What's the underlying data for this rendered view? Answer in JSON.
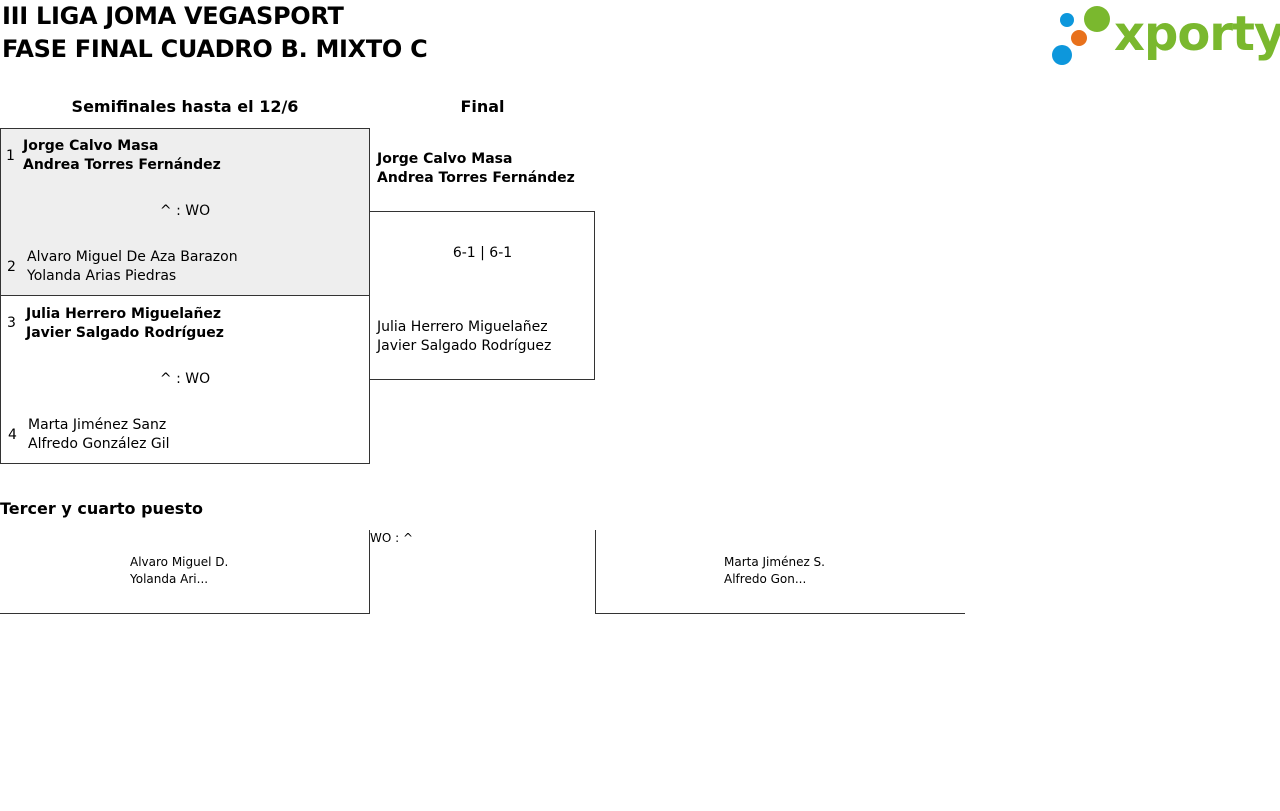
{
  "header": {
    "title_line1": "III LIGA JOMA VEGASPORT",
    "title_line2": "FASE FINAL CUADRO B. MIXTO C",
    "logo_text": "xporty"
  },
  "colors": {
    "logo_green": "#7ab82e",
    "logo_blue": "#0d97dc",
    "logo_orange": "#e8711c",
    "highlight_bg": "#eeeeee"
  },
  "rounds": {
    "semis_label": "Semifinales hasta el 12/6",
    "final_label": "Final"
  },
  "semis": [
    {
      "top": {
        "seed": "1",
        "p1": "Jorge Calvo Masa",
        "p2": "Andrea Torres Fernández"
      },
      "score": "^ : WO",
      "bottom": {
        "seed": "2",
        "p1": "Alvaro Miguel De Aza Barazon",
        "p2": "Yolanda Arias Piedras"
      }
    },
    {
      "top": {
        "seed": "3",
        "p1": "Julia Herrero Miguelañez",
        "p2": "Javier Salgado Rodríguez"
      },
      "score": "^ : WO",
      "bottom": {
        "seed": "4",
        "p1": "Marta Jiménez Sanz",
        "p2": "Alfredo González Gil"
      }
    }
  ],
  "final": {
    "top": {
      "p1": "Jorge Calvo Masa",
      "p2": "Andrea Torres Fernández"
    },
    "score": "6-1 | 6-1",
    "bottom": {
      "p1": "Julia Herrero Miguelañez",
      "p2": "Javier Salgado Rodríguez"
    }
  },
  "third_place": {
    "label": "Tercer y cuarto puesto",
    "score": "WO : ^",
    "left": {
      "p1": "Alvaro Miguel D.",
      "p2": "Yolanda Ari..."
    },
    "right": {
      "p1": "Marta Jiménez S.",
      "p2": "Alfredo Gon..."
    }
  }
}
